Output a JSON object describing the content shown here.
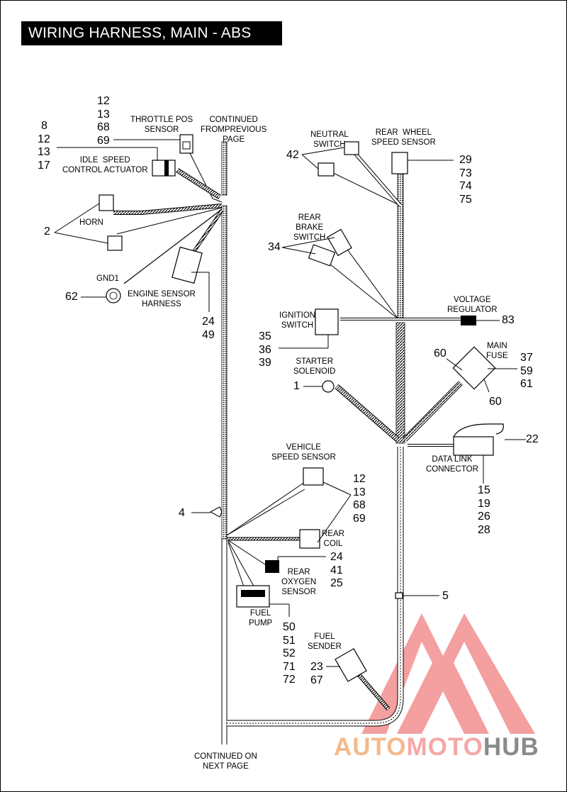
{
  "title": "WIRING HARNESS, MAIN - ABS",
  "labels": {
    "continued_from": "CONTINUED\nFROMPREVIOUS\nPAGE",
    "continued_on": "CONTINUED ON\nNEXT PAGE",
    "throttle_pos_sensor": "THROTTLE POS\nSENSOR",
    "idle_speed_control_actuator": "IDLE  SPEED\nCONTROL ACTUATOR",
    "horn": "HORN",
    "gnd1": "GND1",
    "engine_sensor_harness": "ENGINE SENSOR\nHARNESS",
    "neutral_switch": "NEUTRAL\nSWITCH",
    "rear_wheel_speed_sensor": "REAR  WHEEL\nSPEED SENSOR",
    "rear_brake_switch": "REAR\nBRAKE\nSWITCH",
    "ignition_switch": "IGNITION\nSWITCH",
    "voltage_regulator": "VOLTAGE\nREGULATOR",
    "starter_solenoid": "STARTER\nSOLENOID",
    "main_fuse": "MAIN\nFUSE",
    "data_link_connector": "DATA LINK\nCONNECTOR",
    "vehicle_speed_sensor": "VEHICLE\nSPEED SENSOR",
    "rear_coil": "REAR\nCOIL",
    "rear_oxygen_sensor": "REAR\nOXYGEN\nSENSOR",
    "fuel_pump": "FUEL\nPUMP",
    "fuel_sender": "FUEL\nSENDER"
  },
  "callouts": {
    "throttle": [
      "12",
      "13",
      "68",
      "69"
    ],
    "idle": [
      "8",
      "12",
      "13",
      "17"
    ],
    "horn": "2",
    "gnd1": "62",
    "engine_sensor": [
      "24",
      "49"
    ],
    "neutral": "42",
    "rear_wheel_speed": [
      "29",
      "73",
      "74",
      "75"
    ],
    "rear_brake": "34",
    "ignition": [
      "35",
      "36",
      "39"
    ],
    "voltage_regulator": "83",
    "starter_solenoid": "1",
    "main_fuse_a": "60",
    "main_fuse_b": "60",
    "main_fuse": [
      "37",
      "59",
      "61"
    ],
    "data_link_a": "22",
    "data_link": [
      "15",
      "19",
      "26",
      "28"
    ],
    "clip": "4",
    "vehicle_speed": [
      "12",
      "13",
      "68",
      "69"
    ],
    "rear_oxygen": [
      "24",
      "41",
      "25"
    ],
    "tie": "5",
    "fuel_pump": [
      "50",
      "51",
      "52",
      "71",
      "72"
    ],
    "fuel_sender": [
      "23",
      "67"
    ]
  },
  "watermark": {
    "part1": "AUTO",
    "part2": "MOTO",
    "part3": "HUB",
    "colors": {
      "part1": "#f4b98a",
      "part2": "#f5a8a8",
      "part3": "#8a8a8a",
      "logo": "#f08080"
    }
  }
}
